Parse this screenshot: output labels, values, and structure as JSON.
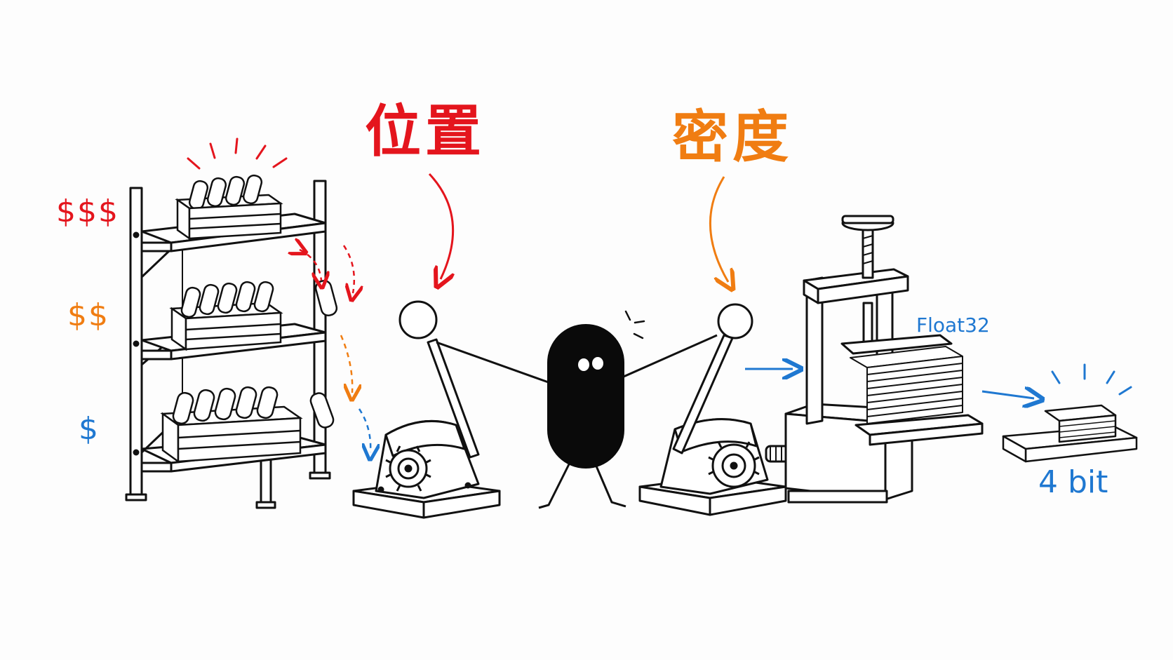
{
  "labels": {
    "location": "位置",
    "density": "密度",
    "price_high": "$$$",
    "price_mid": "$$",
    "price_low": "$",
    "format_in": "Float32",
    "format_out": "4 bit"
  },
  "colors": {
    "red": "#e4151d",
    "orange": "#f07d12",
    "blue": "#1f78d1",
    "ink": "#111111"
  },
  "icons": [
    "storage-shelf-icon",
    "battery-crate-icon",
    "lever-machine-icon",
    "blob-character-icon",
    "screw-press-icon",
    "paper-stack-icon"
  ]
}
